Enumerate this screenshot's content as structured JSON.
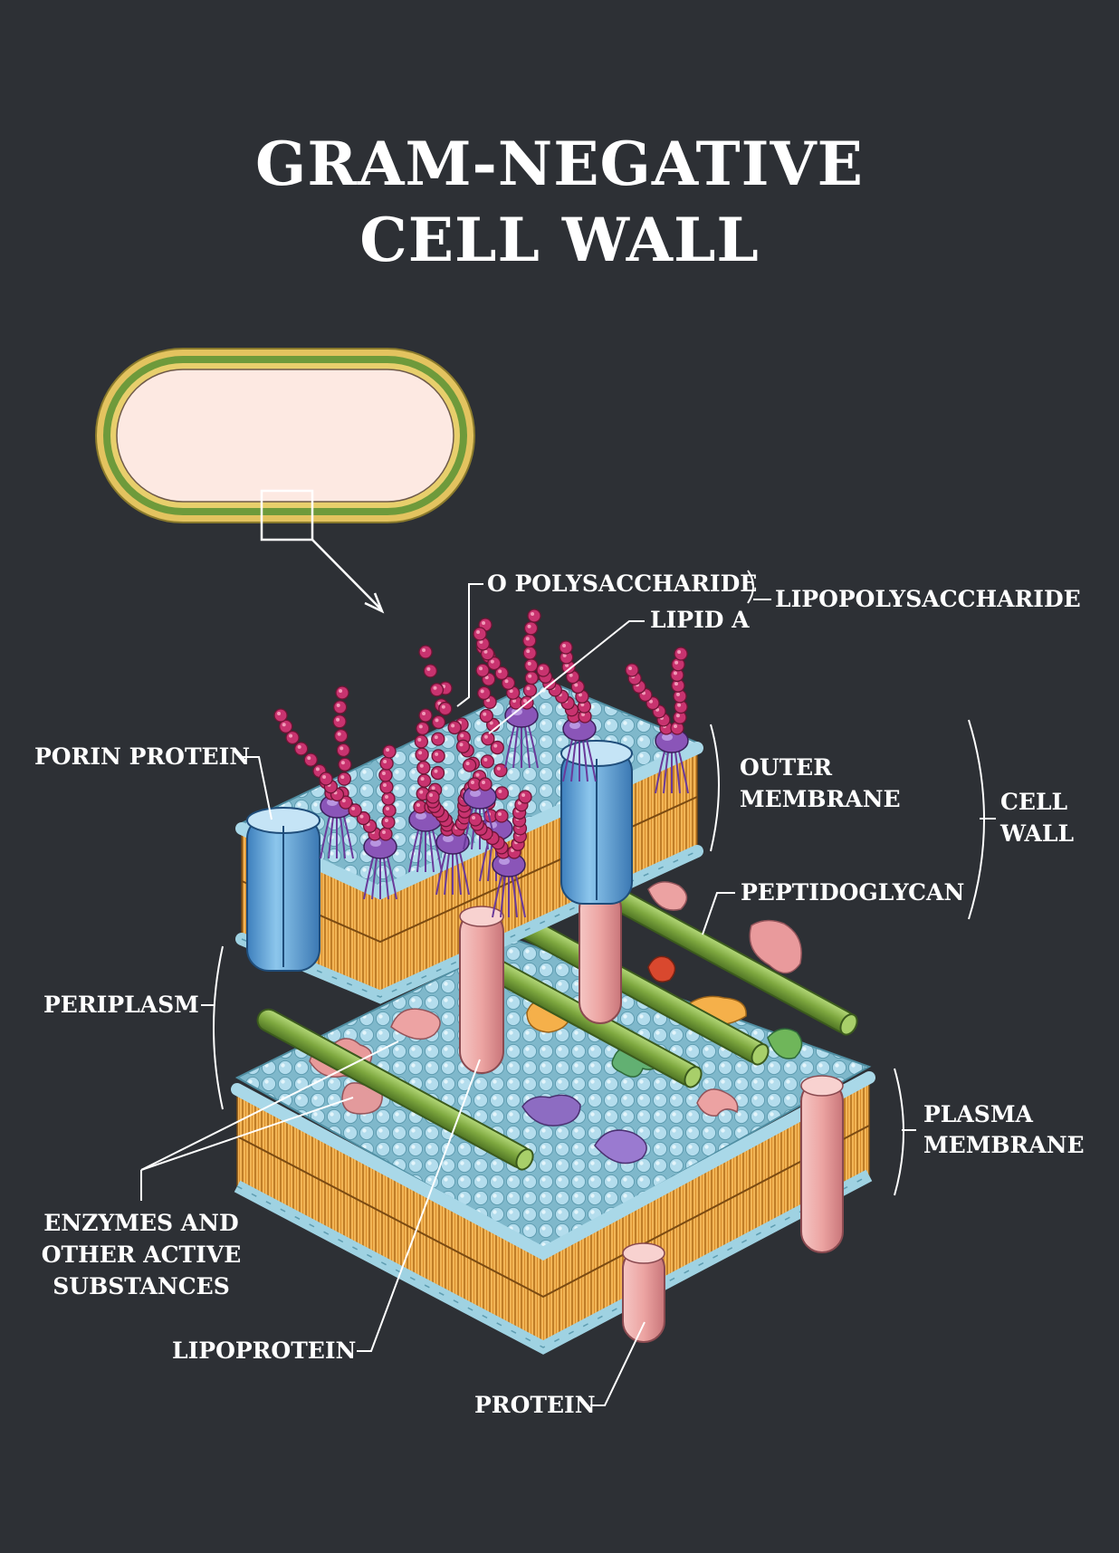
{
  "title": {
    "line1": "GRAM-NEGATIVE",
    "line2": "CELL WALL"
  },
  "labels": {
    "o_polysaccharide": "O POLYSACCHARIDE",
    "lipid_a": "LIPID A",
    "lipopolysaccharide": "LIPOPOLYSACCHARIDE",
    "porin_protein": "PORIN PROTEIN",
    "outer_membrane": [
      "OUTER",
      "MEMBRANE"
    ],
    "cell_wall": [
      "CELL",
      "WALL"
    ],
    "peptidoglycan": "PEPTIDOGLYCAN",
    "periplasm": "PERIPLASM",
    "plasma_membrane": [
      "PLASMA",
      "MEMBRANE"
    ],
    "enzymes": [
      "ENZYMES AND",
      "OTHER ACTIVE",
      "SUBSTANCES"
    ],
    "lipoprotein": "LIPOPROTEIN",
    "protein": "PROTEIN"
  },
  "colors": {
    "background": "#2d3035",
    "membrane_head": "#a8d6e4",
    "lipid_tail": "#e9a23f",
    "peptidoglycan": "#79a83a",
    "o_polysaccharide": "#c8336f",
    "lipid_a": "#8a55b8",
    "porin": "#64a9dc",
    "lipoprotein": "#eaa0a0"
  }
}
